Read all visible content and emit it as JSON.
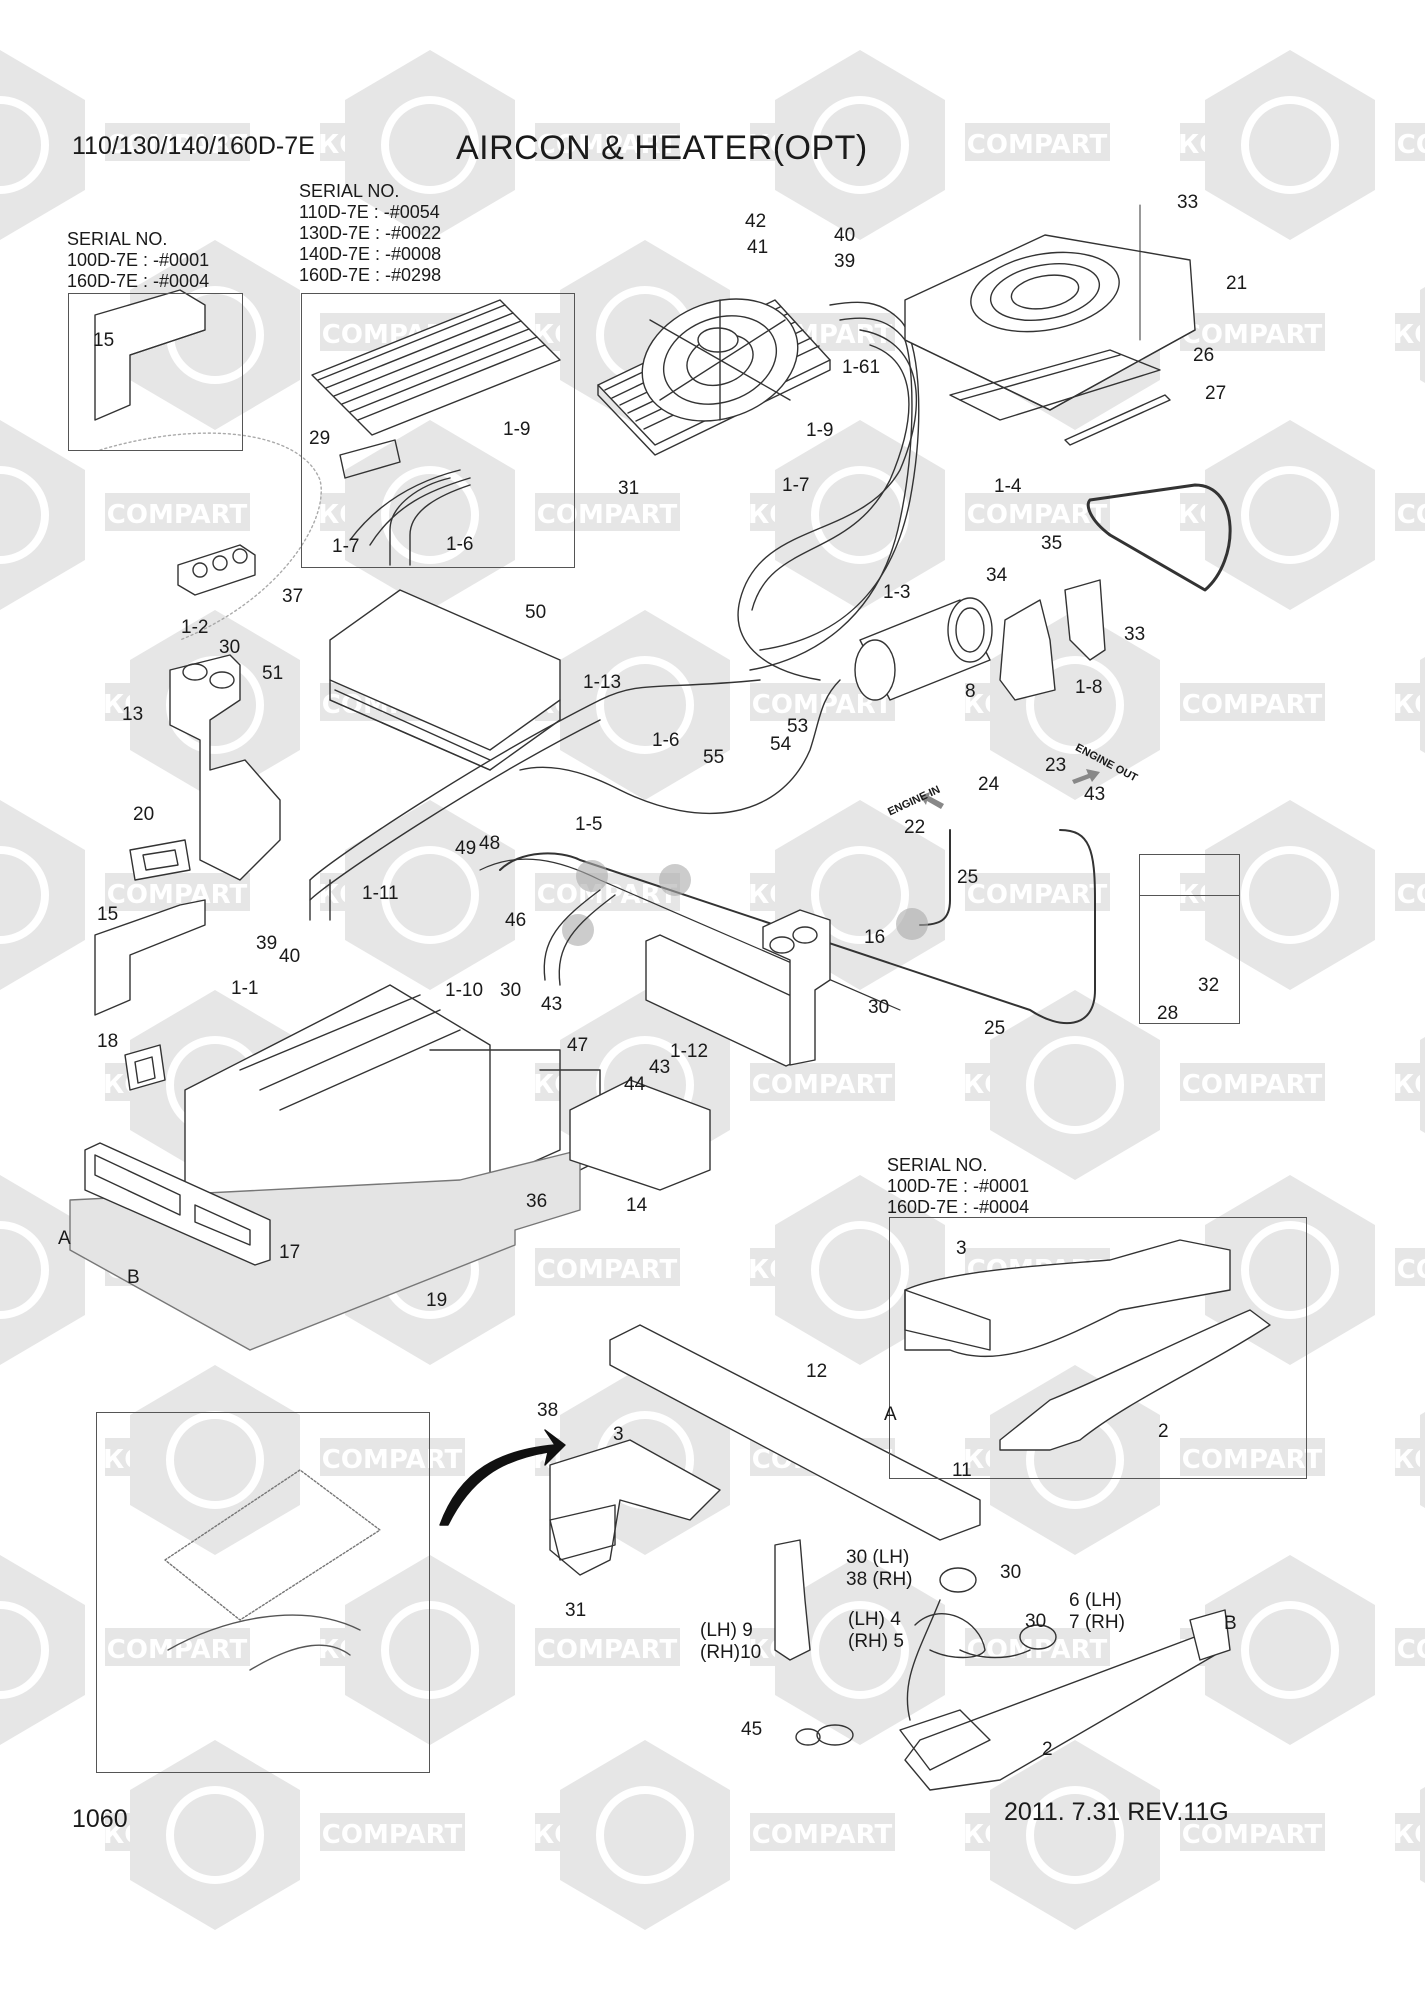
{
  "header": {
    "model": "110/130/140/160D-7E",
    "title": "AIRCON & HEATER(OPT)"
  },
  "serial_blocks": [
    {
      "heading": "SERIAL NO.",
      "lines": [
        "100D-7E : -#0001",
        "160D-7E : -#0004"
      ]
    },
    {
      "heading": "SERIAL NO.",
      "lines": [
        "110D-7E : -#0054",
        "130D-7E : -#0022",
        "140D-7E : -#0008",
        "160D-7E : -#0298"
      ]
    },
    {
      "heading": "SERIAL NO.",
      "lines": [
        "100D-7E : -#0001",
        "160D-7E : -#0004"
      ]
    }
  ],
  "footer": {
    "page_number": "1060",
    "revision": "2011. 7.31  REV.11G"
  },
  "flow_labels": {
    "engine_in": "ENGINE IN",
    "engine_out": "ENGINE OUT"
  },
  "watermark": {
    "text_cyrillic": "КОМПАРТ",
    "text_latin": "COMPART",
    "color": "#e6e6e6"
  },
  "callouts": [
    {
      "id": "c-42",
      "text": "42"
    },
    {
      "id": "c-41",
      "text": "41"
    },
    {
      "id": "c-40a",
      "text": "40"
    },
    {
      "id": "c-39a",
      "text": "39"
    },
    {
      "id": "c-33a",
      "text": "33"
    },
    {
      "id": "c-21",
      "text": "21"
    },
    {
      "id": "c-26",
      "text": "26"
    },
    {
      "id": "c-27",
      "text": "27"
    },
    {
      "id": "c-1-61",
      "text": "1-61"
    },
    {
      "id": "c-1-9a",
      "text": "1-9"
    },
    {
      "id": "c-1-9b",
      "text": "1-9"
    },
    {
      "id": "c-31a",
      "text": "31"
    },
    {
      "id": "c-15a",
      "text": "15"
    },
    {
      "id": "c-29",
      "text": "29"
    },
    {
      "id": "c-1-7a",
      "text": "1-7"
    },
    {
      "id": "c-1-6a",
      "text": "1-6"
    },
    {
      "id": "c-1-7b",
      "text": "1-7"
    },
    {
      "id": "c-1-4",
      "text": "1-4"
    },
    {
      "id": "c-35",
      "text": "35"
    },
    {
      "id": "c-34",
      "text": "34"
    },
    {
      "id": "c-1-3",
      "text": "1-3"
    },
    {
      "id": "c-33b",
      "text": "33"
    },
    {
      "id": "c-8",
      "text": "8"
    },
    {
      "id": "c-1-8",
      "text": "1-8"
    },
    {
      "id": "c-37",
      "text": "37"
    },
    {
      "id": "c-1-2",
      "text": "1-2"
    },
    {
      "id": "c-50",
      "text": "50"
    },
    {
      "id": "c-30a",
      "text": "30"
    },
    {
      "id": "c-51",
      "text": "51"
    },
    {
      "id": "c-1-13",
      "text": "1-13"
    },
    {
      "id": "c-13",
      "text": "13"
    },
    {
      "id": "c-53",
      "text": "53"
    },
    {
      "id": "c-54",
      "text": "54"
    },
    {
      "id": "c-55",
      "text": "55"
    },
    {
      "id": "c-1-6b",
      "text": "1-6"
    },
    {
      "id": "c-23",
      "text": "23"
    },
    {
      "id": "c-24",
      "text": "24"
    },
    {
      "id": "c-43a",
      "text": "43"
    },
    {
      "id": "c-22",
      "text": "22"
    },
    {
      "id": "c-1-5",
      "text": "1-5"
    },
    {
      "id": "c-20",
      "text": "20"
    },
    {
      "id": "c-49",
      "text": "49"
    },
    {
      "id": "c-48",
      "text": "48"
    },
    {
      "id": "c-25a",
      "text": "25"
    },
    {
      "id": "c-1-11",
      "text": "1-11"
    },
    {
      "id": "c-46",
      "text": "46"
    },
    {
      "id": "c-15b",
      "text": "15"
    },
    {
      "id": "c-39b",
      "text": "39"
    },
    {
      "id": "c-40b",
      "text": "40"
    },
    {
      "id": "c-16",
      "text": "16"
    },
    {
      "id": "c-1-10",
      "text": "1-10"
    },
    {
      "id": "c-30b",
      "text": "30"
    },
    {
      "id": "c-28",
      "text": "28"
    },
    {
      "id": "c-32",
      "text": "32"
    },
    {
      "id": "c-1-1",
      "text": "1-1"
    },
    {
      "id": "c-43b",
      "text": "43"
    },
    {
      "id": "c-30c",
      "text": "30"
    },
    {
      "id": "c-25b",
      "text": "25"
    },
    {
      "id": "c-18",
      "text": "18"
    },
    {
      "id": "c-47",
      "text": "47"
    },
    {
      "id": "c-1-12",
      "text": "1-12"
    },
    {
      "id": "c-43c",
      "text": "43"
    },
    {
      "id": "c-44",
      "text": "44"
    },
    {
      "id": "c-14",
      "text": "14"
    },
    {
      "id": "c-36",
      "text": "36"
    },
    {
      "id": "c-A1",
      "text": "A"
    },
    {
      "id": "c-17",
      "text": "17"
    },
    {
      "id": "c-B1",
      "text": "B"
    },
    {
      "id": "c-19",
      "text": "19"
    },
    {
      "id": "c-3a",
      "text": "3"
    },
    {
      "id": "c-2a",
      "text": "2"
    },
    {
      "id": "c-12",
      "text": "12"
    },
    {
      "id": "c-38a",
      "text": "38"
    },
    {
      "id": "c-3b",
      "text": "3"
    },
    {
      "id": "c-A2",
      "text": "A"
    },
    {
      "id": "c-11",
      "text": "11"
    },
    {
      "id": "c-30-38",
      "text": "30 (LH)\n38 (RH)"
    },
    {
      "id": "c-30d",
      "text": "30"
    },
    {
      "id": "c-6-7",
      "text": "6 (LH)\n7 (RH)"
    },
    {
      "id": "c-30e",
      "text": "30"
    },
    {
      "id": "c-31b",
      "text": "31"
    },
    {
      "id": "c-9-10",
      "text": "(LH) 9\n(RH)10"
    },
    {
      "id": "c-4-5",
      "text": "(LH) 4\n(RH) 5"
    },
    {
      "id": "c-45",
      "text": "45"
    },
    {
      "id": "c-B2",
      "text": "B"
    },
    {
      "id": "c-2b",
      "text": "2"
    }
  ]
}
